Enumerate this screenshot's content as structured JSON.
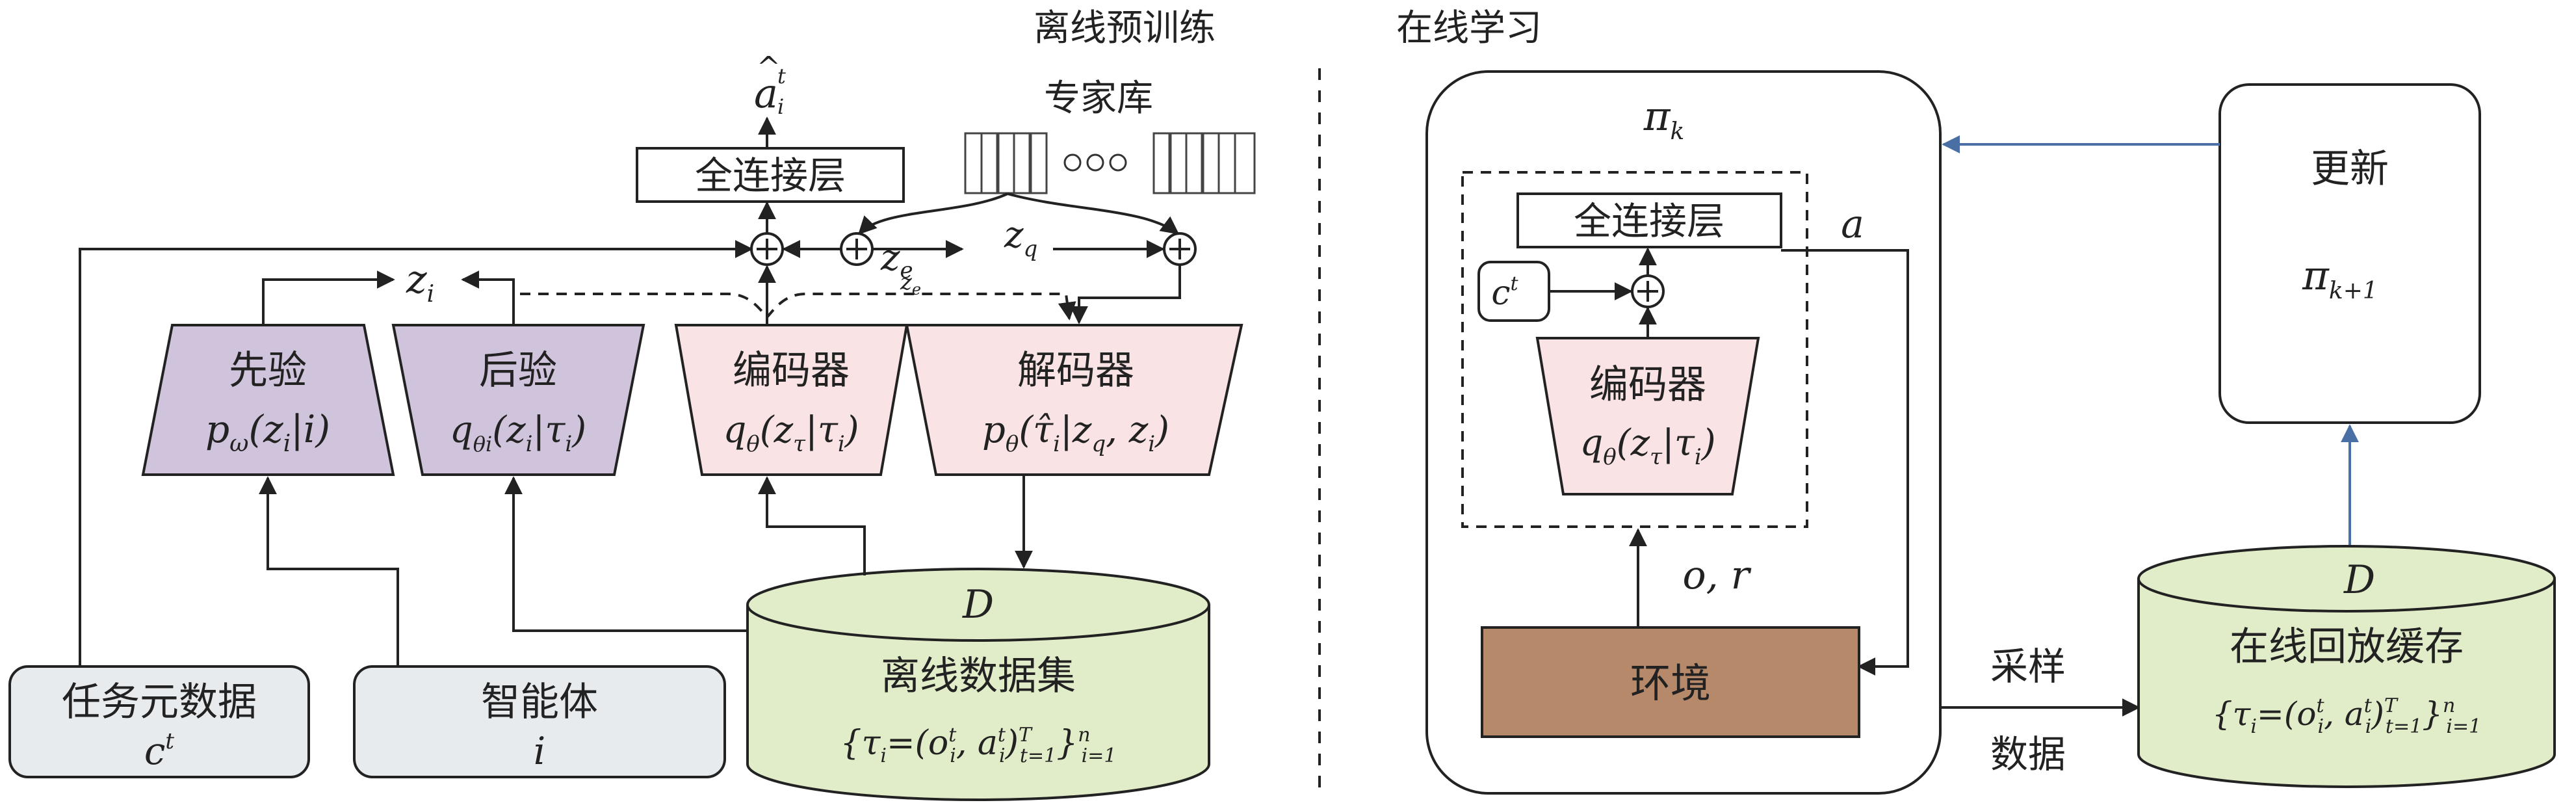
{
  "sections": {
    "offline_title": "离线预训练",
    "online_title": "在线学习"
  },
  "offline": {
    "action_hat": {
      "base": "a",
      "hat": "^",
      "sup": "t",
      "sub": "i"
    },
    "fc_layer": "全连接层",
    "expert_library": "专家库",
    "z_i": {
      "base": "z",
      "sub": "i"
    },
    "z_e": {
      "base": "z",
      "sub": "e"
    },
    "z_q": {
      "base": "z",
      "sub": "q"
    },
    "prior": {
      "title": "先验",
      "formula": {
        "a": "p",
        "a_sub": "ω",
        "b": "(z",
        "b_sub": "i",
        "c": "|i)"
      }
    },
    "posterior": {
      "title": "后验",
      "formula": {
        "a": "q",
        "a_sub": "θi",
        "b": "(z",
        "b_sub": "i",
        "c": "|τ",
        "c_sub": "i",
        "d": ")"
      }
    },
    "encoder": {
      "title": "编码器",
      "formula": {
        "a": "q",
        "a_sub": "θ",
        "b": "(z",
        "b_sub": "τ",
        "c": "|τ",
        "c_sub": "i",
        "d": ")"
      }
    },
    "decoder": {
      "title": "解码器",
      "formula": {
        "a": "p",
        "a_sub": "θ",
        "b": "(τ̂",
        "b_sub": "i",
        "c": "|z",
        "c_sub": "q",
        "d": ", z",
        "d_sub": "i",
        "e": ")"
      }
    },
    "task_meta": {
      "label": "任务元数据",
      "var": "c",
      "var_sup": "t"
    },
    "agent": {
      "label": "智能体",
      "var": "i"
    },
    "dataset": {
      "var": "D",
      "label": "离线数据集",
      "formula": {
        "p1": "{τ",
        "p1_sub": "i",
        "p2": "=(o",
        "p2_sup": "t",
        "p2_sub": "i",
        "p3": ", a",
        "p3_sup": "t",
        "p3_sub": "i",
        "p4": ")",
        "p4_sup": "T",
        "p4_sub": "t=1",
        "p5": "}",
        "p5_sup": "n",
        "p5_sub": "i=1"
      }
    }
  },
  "online": {
    "policy": {
      "base": "π",
      "sub": "k"
    },
    "fc_layer": "全连接层",
    "c_t": {
      "base": "c",
      "sup": "t"
    },
    "a": "a",
    "encoder": {
      "title": "编码器",
      "formula": {
        "a": "q",
        "a_sub": "θ",
        "b": "(z",
        "b_sub": "τ",
        "c": "|τ",
        "c_sub": "i",
        "d": ")"
      }
    },
    "obs_reward": "o, r",
    "environment": "环境",
    "sample_top": "采样",
    "sample_bottom": "数据",
    "update": {
      "title": "更新",
      "policy": "π",
      "policy_sub": "k+1"
    },
    "buffer": {
      "var": "D",
      "label": "在线回放缓存",
      "formula": {
        "p1": "{τ",
        "p1_sub": "i",
        "p2": "=(o",
        "p2_sup": "t",
        "p2_sub": "i",
        "p3": ", a",
        "p3_sup": "t",
        "p3_sub": "i",
        "p4": ")",
        "p4_sup": "T",
        "p4_sub": "t=1",
        "p5": "}",
        "p5_sup": "n",
        "p5_sub": "i=1"
      }
    }
  },
  "colors": {
    "lavender": "#cfc4dc",
    "pink": "#f9e3e4",
    "green": "#e1ecc8",
    "gray": "#e7ebee",
    "brown": "#b7896b",
    "blue_arrow": "#4a6fa5",
    "line": "#222222"
  }
}
